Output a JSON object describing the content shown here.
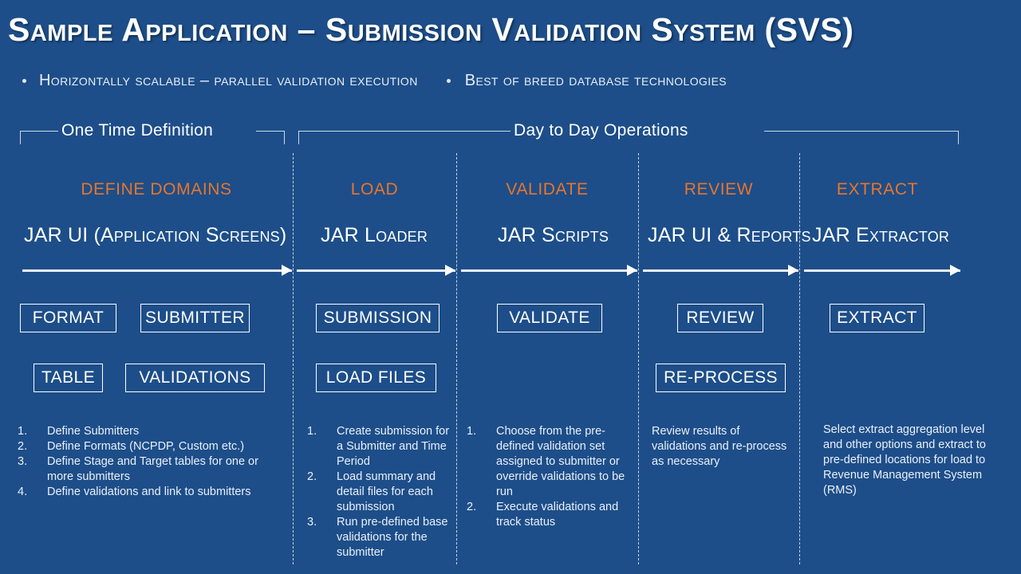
{
  "slide": {
    "background_color": "#1d4e89",
    "accent_color": "#e8752c",
    "text_color": "#ffffff",
    "title": "Sample Application – Submission Validation System (SVS)",
    "bullets": [
      "Horizontally scalable – parallel validation execution",
      "Best of breed database technologies"
    ]
  },
  "phases": [
    {
      "label": "One Time Definition"
    },
    {
      "label": "Day to Day Operations"
    }
  ],
  "columns": [
    {
      "stage": "DEFINE DOMAINS",
      "component": "JAR UI (Application Screens)",
      "boxes": [
        "FORMAT",
        "SUBMITTER",
        "TABLE",
        "VALIDATIONS"
      ],
      "list_type": "ordered",
      "items": [
        "Define Submitters",
        "Define Formats (NCPDP, Custom etc.)",
        "Define Stage and Target tables for one or more submitters",
        "Define validations and link to submitters"
      ]
    },
    {
      "stage": "LOAD",
      "component": "JAR Loader",
      "boxes": [
        "SUBMISSION",
        "LOAD FILES"
      ],
      "list_type": "ordered",
      "items": [
        "Create submission for a Submitter and Time Period",
        "Load summary and detail files for each submission",
        "Run pre-defined base validations for the submitter"
      ]
    },
    {
      "stage": "VALIDATE",
      "component": "JAR Scripts",
      "boxes": [
        "VALIDATE"
      ],
      "list_type": "ordered",
      "items": [
        "Choose from the pre-defined validation set assigned to submitter or override validations to be run",
        "Execute validations and track status"
      ]
    },
    {
      "stage": "REVIEW",
      "component": "JAR UI & Reports",
      "boxes": [
        "REVIEW",
        "RE-PROCESS"
      ],
      "list_type": "paragraph",
      "items": [
        "Review results of validations and re-process as necessary"
      ]
    },
    {
      "stage": "EXTRACT",
      "component": "JAR Extractor",
      "boxes": [
        "EXTRACT"
      ],
      "list_type": "paragraph",
      "items": [
        "Select extract aggregation level and other options and extract to pre-defined locations for load to Revenue Management System (RMS)"
      ]
    }
  ]
}
